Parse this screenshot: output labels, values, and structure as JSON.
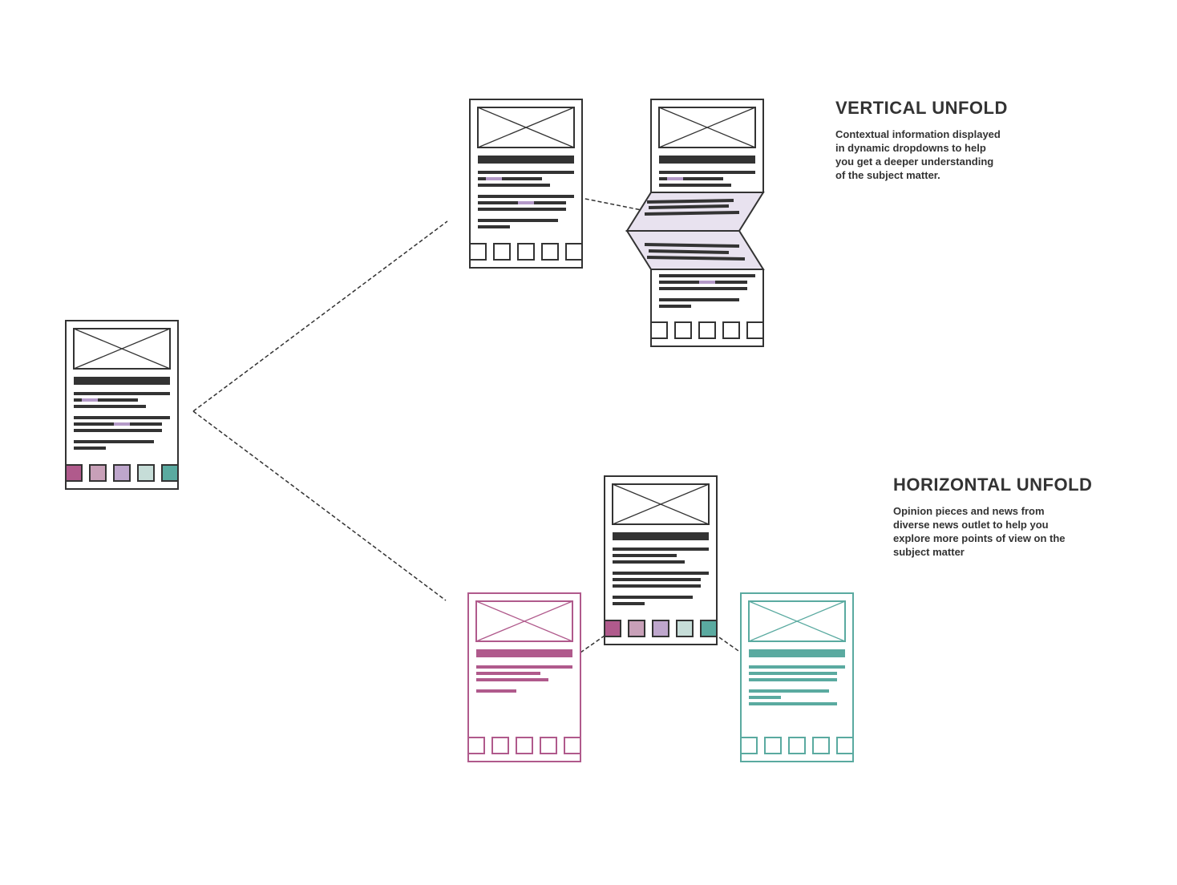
{
  "vertical_unfold": {
    "title": "VERTICAL UNFOLD",
    "description": "Contextual information displayed in dynamic dropdowns to help you get a deeper understanding of the subject matter."
  },
  "horizontal_unfold": {
    "title": "HORIZONTAL UNFOLD",
    "description": "Opinion pieces and news from diverse news outlet to help you explore more points of view on the subject matter"
  },
  "colors": {
    "ink": "#333333",
    "highlight": "#b49ac8",
    "fold_fill": "#e8e2ef",
    "magenta": "#b05a8c",
    "pink": "#c8a0b8",
    "lavender": "#bea6cc",
    "mint": "#c6ddd8",
    "teal": "#5aaaa0"
  }
}
